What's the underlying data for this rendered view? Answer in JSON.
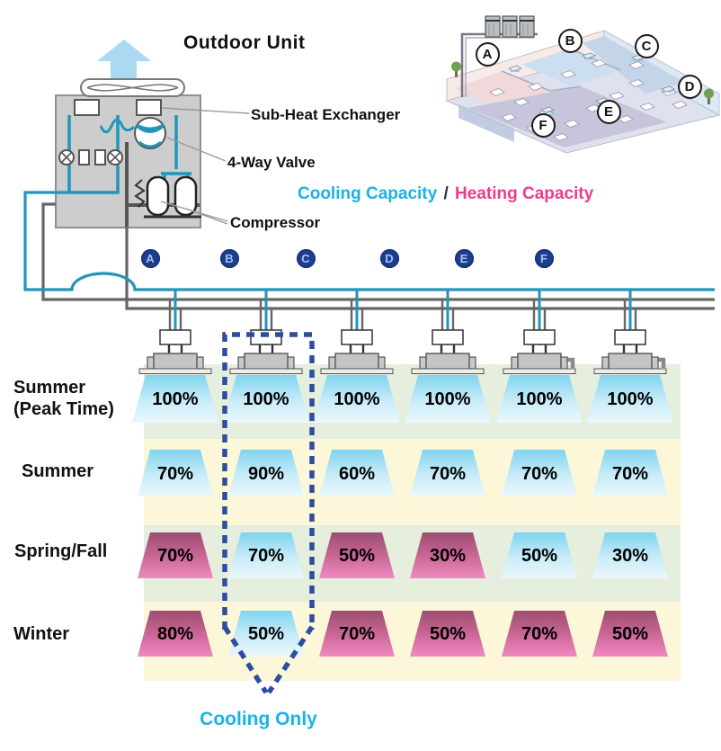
{
  "outdoor_unit": {
    "title": "Outdoor Unit",
    "labels": {
      "sub_heat_exchanger": "Sub-Heat Exchanger",
      "four_way_valve": "4-Way Valve",
      "compressor": "Compressor"
    }
  },
  "legend": {
    "cooling_label": "Cooling Capacity",
    "separator": "/",
    "heating_label": "Heating Capacity"
  },
  "units": [
    "A",
    "B",
    "C",
    "D",
    "E",
    "F"
  ],
  "capacity_table": {
    "type": "table",
    "columns": [
      "A",
      "B",
      "C",
      "D",
      "E",
      "F"
    ],
    "rows": [
      {
        "label": "Summer",
        "sublabel": "(Peak Time)",
        "values": [
          {
            "unit": "A",
            "value": "100%",
            "mode": "cooling"
          },
          {
            "unit": "B",
            "value": "100%",
            "mode": "cooling"
          },
          {
            "unit": "C",
            "value": "100%",
            "mode": "cooling"
          },
          {
            "unit": "D",
            "value": "100%",
            "mode": "cooling"
          },
          {
            "unit": "E",
            "value": "100%",
            "mode": "cooling"
          },
          {
            "unit": "F",
            "value": "100%",
            "mode": "cooling"
          }
        ]
      },
      {
        "label": "Summer",
        "sublabel": "",
        "values": [
          {
            "unit": "A",
            "value": "70%",
            "mode": "cooling"
          },
          {
            "unit": "B",
            "value": "90%",
            "mode": "cooling"
          },
          {
            "unit": "C",
            "value": "60%",
            "mode": "cooling"
          },
          {
            "unit": "D",
            "value": "70%",
            "mode": "cooling"
          },
          {
            "unit": "E",
            "value": "70%",
            "mode": "cooling"
          },
          {
            "unit": "F",
            "value": "70%",
            "mode": "cooling"
          }
        ]
      },
      {
        "label": "Spring/Fall",
        "sublabel": "",
        "values": [
          {
            "unit": "A",
            "value": "70%",
            "mode": "heating"
          },
          {
            "unit": "B",
            "value": "70%",
            "mode": "cooling"
          },
          {
            "unit": "C",
            "value": "50%",
            "mode": "heating"
          },
          {
            "unit": "D",
            "value": "30%",
            "mode": "heating"
          },
          {
            "unit": "E",
            "value": "50%",
            "mode": "cooling"
          },
          {
            "unit": "F",
            "value": "30%",
            "mode": "cooling"
          }
        ]
      },
      {
        "label": "Winter",
        "sublabel": "",
        "values": [
          {
            "unit": "A",
            "value": "80%",
            "mode": "heating"
          },
          {
            "unit": "B",
            "value": "50%",
            "mode": "cooling"
          },
          {
            "unit": "C",
            "value": "70%",
            "mode": "heating"
          },
          {
            "unit": "D",
            "value": "50%",
            "mode": "heating"
          },
          {
            "unit": "E",
            "value": "70%",
            "mode": "heating"
          },
          {
            "unit": "F",
            "value": "50%",
            "mode": "heating"
          }
        ]
      }
    ]
  },
  "cooling_only_label": "Cooling Only",
  "colors": {
    "cooling_top": "#7fd4f0",
    "cooling_bottom": "#eaf8fd",
    "heating_top": "#9b4e73",
    "heating_bottom": "#f189c1",
    "band_green": "#e6eede",
    "band_yellow": "#fcf7d8",
    "pipe_teal": "#2195ba",
    "pipe_gray": "#666666",
    "dashed_arrow": "#2d4d9e",
    "unit_badge": "#1e3d8e",
    "cooling_text": "#1ab2e8",
    "heating_text": "#f03b8c"
  }
}
